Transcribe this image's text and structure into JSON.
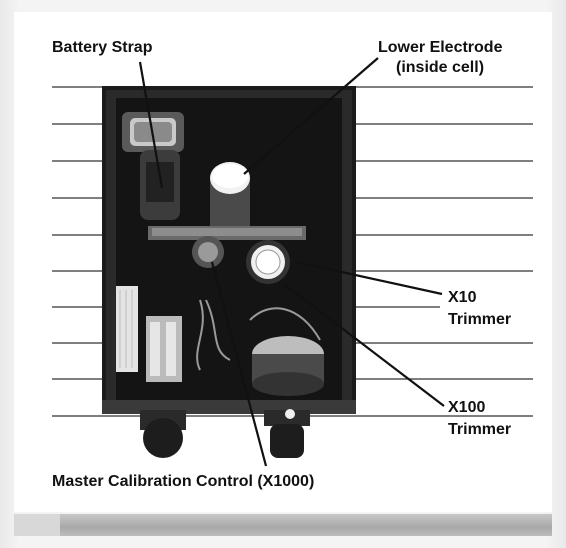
{
  "labels": {
    "battery_strap": "Battery Strap",
    "lower_electrode_1": "Lower Electrode",
    "lower_electrode_2": "(inside cell)",
    "x10_1": "X10",
    "x10_2": "Trimmer",
    "x100_1": "X100",
    "x100_2": "Trimmer",
    "master": "Master Calibration Control (X1000)"
  }
}
